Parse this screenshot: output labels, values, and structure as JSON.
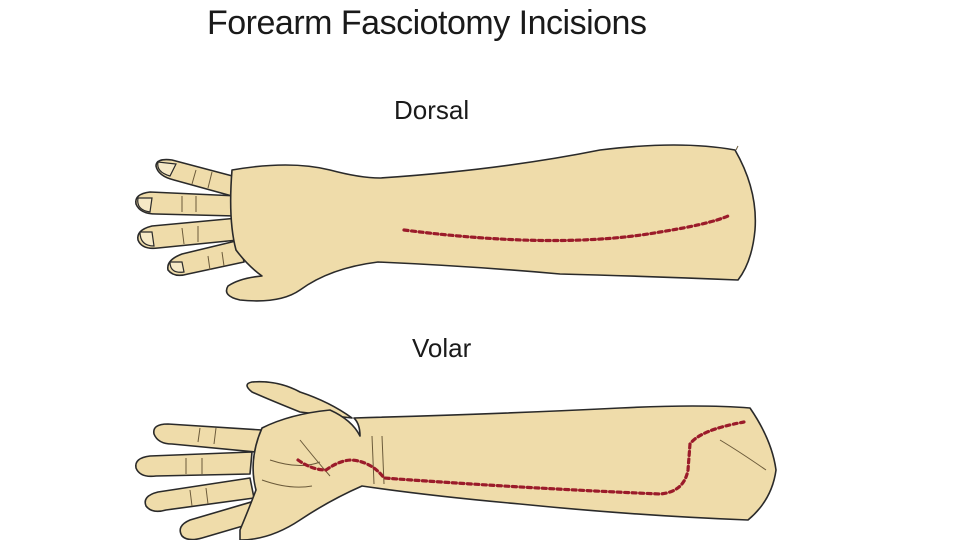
{
  "title": "Forearm Fasciotomy Incisions",
  "views": {
    "dorsal": {
      "label": "Dorsal"
    },
    "volar": {
      "label": "Volar"
    }
  },
  "colors": {
    "skin": "#efdcaa",
    "outline": "#2a2a2a",
    "incision": "#9b1b2a"
  }
}
